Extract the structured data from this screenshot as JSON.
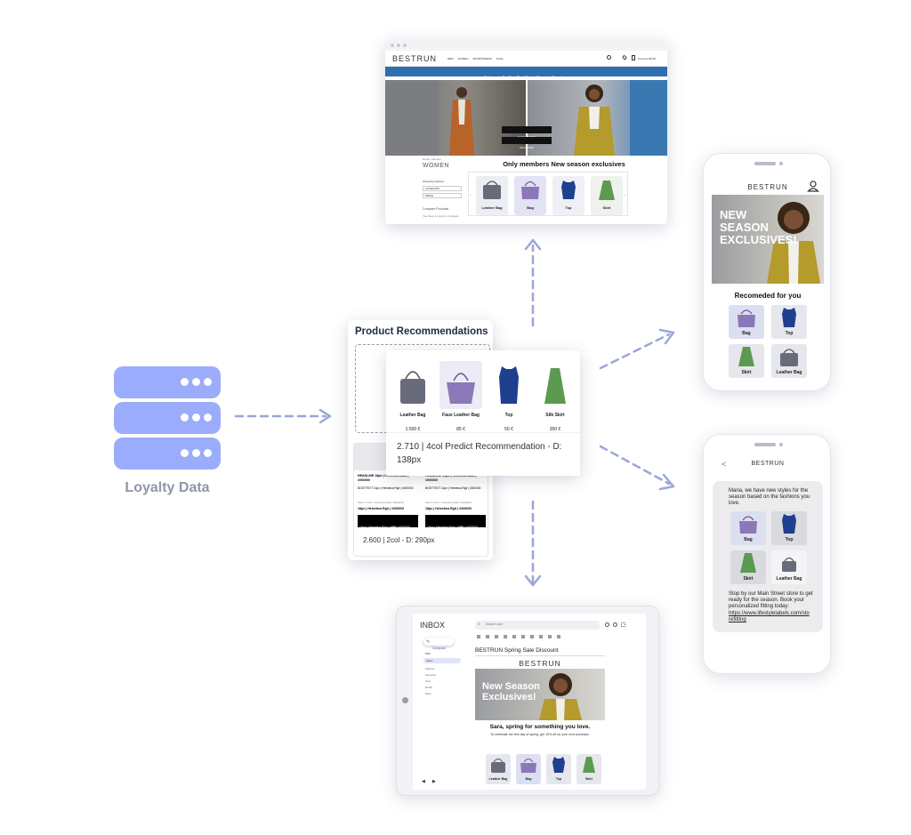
{
  "loyalty": {
    "label": "Loyalty Data"
  },
  "website": {
    "brand": "BESTRUN",
    "nav": [
      "MEN",
      "WOMEN",
      "SPORTSWEAR",
      "SALE"
    ],
    "cart_label": "0 item(s) $0.00",
    "banner": "Welcome to BestRun: The Ultimate Shopping Experience",
    "hero_buttons": [
      "SHOP WOMEN",
      "SHOP MEN"
    ],
    "breadcrumb": "Home / Women",
    "category_title": "WOMEN",
    "filter_label": "Shopping Options",
    "filter_selects": [
      "CATEGORY",
      "PRICE"
    ],
    "compare_title": "Compare Products",
    "compare_text": "You have no items to compare.",
    "section_title": "Only members New season exclusives",
    "products": [
      "Leather Bag",
      "Bag",
      "Top",
      "Skirt"
    ]
  },
  "phone_app": {
    "brand": "BESTRUN",
    "hero_text": [
      "NEW",
      "SEASON",
      "EXCLUSIVES!"
    ],
    "rec_title": "Recomeded for you",
    "products": [
      "Bag",
      "Top",
      "Skirt",
      "Leather Bag"
    ]
  },
  "phone_sms": {
    "brand": "BESTRUN",
    "back": "<",
    "message_top": "Maria, we have new styles for the season based on the fashions you love.",
    "products": [
      "Bag",
      "Top",
      "Skirt",
      "Leather Bag"
    ],
    "message_bottom": "Stop by our Main Street store to get ready for the season. Book your personalized fitting today:",
    "link": "https://www.lifestylelabels.com/storefitting"
  },
  "recommendations": {
    "title": "Product Recommendations",
    "products": [
      {
        "name": "Leather Bag",
        "price": "1.500 €"
      },
      {
        "name": "Faux Leather Bag",
        "price": "85 €"
      },
      {
        "name": "Top",
        "price": "50 €"
      },
      {
        "name": "Silk Skirt",
        "price": "350 €"
      }
    ],
    "front_caption": "2.710 | 4col Predict Recommendation - D: 138px",
    "back_caption": "2.600 | 2col - D: 290px",
    "back_columns": [
      {
        "headline": "HEADLINE 18px | Helvetica Bold | #000000",
        "body": "BODYTEXT 14px | Helvetica Rglr | #000000",
        "link": "https:// 10px | Helvetica Rglr | #dddddd",
        "sub": "18px | Helvetica Rglr | #000000",
        "button": "18px | Helvetica Rglr | #ffffff | #000000"
      },
      {
        "headline": "HEADLINE 18px | Helvetica Bold | #000000",
        "body": "BODYTEXT 14px | Helvetica Rglr | #000000",
        "link": "https:// 10px | Helvetica Rglr | #dddddd",
        "sub": "18px | Helvetica Rglr | #000000",
        "button": "18px | Helvetica Rglr | #ffffff | #000000"
      }
    ]
  },
  "email": {
    "inbox_title": "INBOX",
    "search_placeholder": "Search mail",
    "compose": "Compose",
    "folders": [
      "Mail",
      "Inbox",
      "Starred",
      "Snoozed",
      "Sent",
      "Drafts",
      "More"
    ],
    "subject": "BESTRUN Spring Sale Discount",
    "brand": "BESTRUN",
    "hero_text": [
      "New Season",
      "Exclusives!"
    ],
    "headline": "Sara, spring for something you love.",
    "body": "To celebrate the first day of spring, get 15% off on your next purchase.",
    "products": [
      "Leather Bag",
      "Bag",
      "Top",
      "Skirt"
    ]
  },
  "colors": {
    "accent": "#9aacfb",
    "arrow": "#9aa6d8",
    "navy": "#1f3f8f",
    "purple": "#8c78b8",
    "green": "#5b9a4f",
    "grey_bag": "#686b7a",
    "banner_blue": "#2f6fb0",
    "mustard": "#b59a2c"
  }
}
